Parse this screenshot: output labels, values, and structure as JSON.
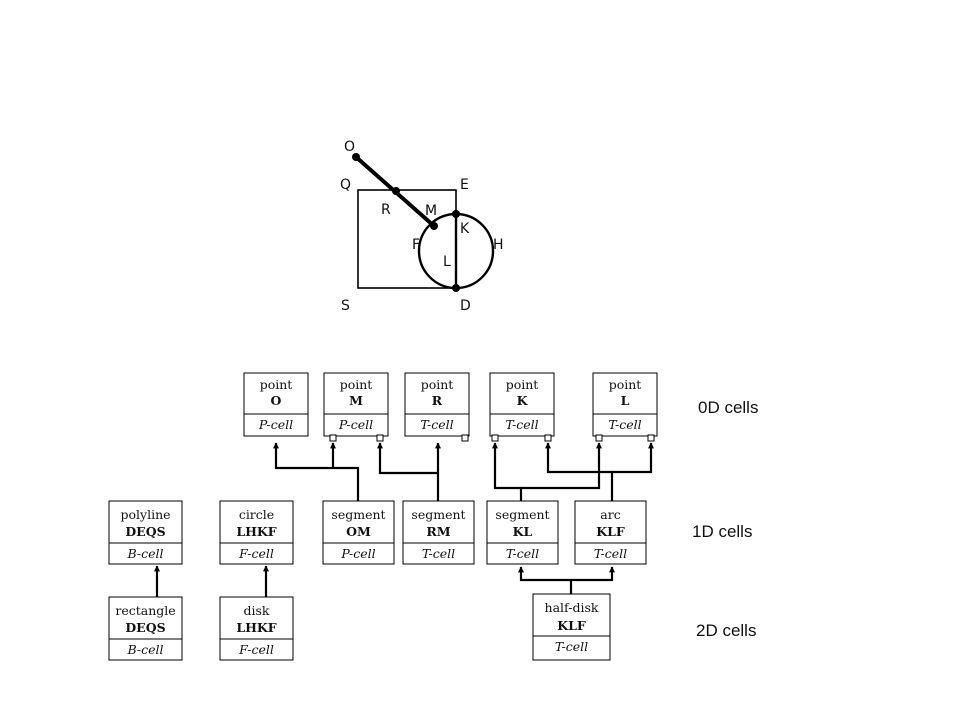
{
  "figure": {
    "point_labels": {
      "O": "O",
      "Q": "Q",
      "E": "E",
      "R": "R",
      "M": "M",
      "K": "K",
      "F": "F",
      "H": "H",
      "L": "L",
      "S": "S",
      "D": "D"
    }
  },
  "levels": {
    "zero_d": "0D cells",
    "one_d": "1D cells",
    "two_d": "2D cells"
  },
  "cells": {
    "point_o": {
      "type": "point",
      "name": "O",
      "kind": "P-cell"
    },
    "point_m": {
      "type": "point",
      "name": "M",
      "kind": "P-cell"
    },
    "point_r": {
      "type": "point",
      "name": "R",
      "kind": "T-cell"
    },
    "point_k": {
      "type": "point",
      "name": "K",
      "kind": "T-cell"
    },
    "point_l": {
      "type": "point",
      "name": "L",
      "kind": "T-cell"
    },
    "polyline_deqs": {
      "type": "polyline",
      "name": "DEQS",
      "kind": "B-cell"
    },
    "circle_lhkf": {
      "type": "circle",
      "name": "LHKF",
      "kind": "F-cell"
    },
    "segment_om": {
      "type": "segment",
      "name": "OM",
      "kind": "P-cell"
    },
    "segment_rm": {
      "type": "segment",
      "name": "RM",
      "kind": "T-cell"
    },
    "segment_kl": {
      "type": "segment",
      "name": "KL",
      "kind": "T-cell"
    },
    "arc_klf": {
      "type": "arc",
      "name": "KLF",
      "kind": "T-cell"
    },
    "rectangle_deqs": {
      "type": "rectangle",
      "name": "DEQS",
      "kind": "B-cell"
    },
    "disk_lhkf": {
      "type": "disk",
      "name": "LHKF",
      "kind": "F-cell"
    },
    "half_disk_klf": {
      "type": "half-disk",
      "name": "KLF",
      "kind": "T-cell"
    }
  }
}
